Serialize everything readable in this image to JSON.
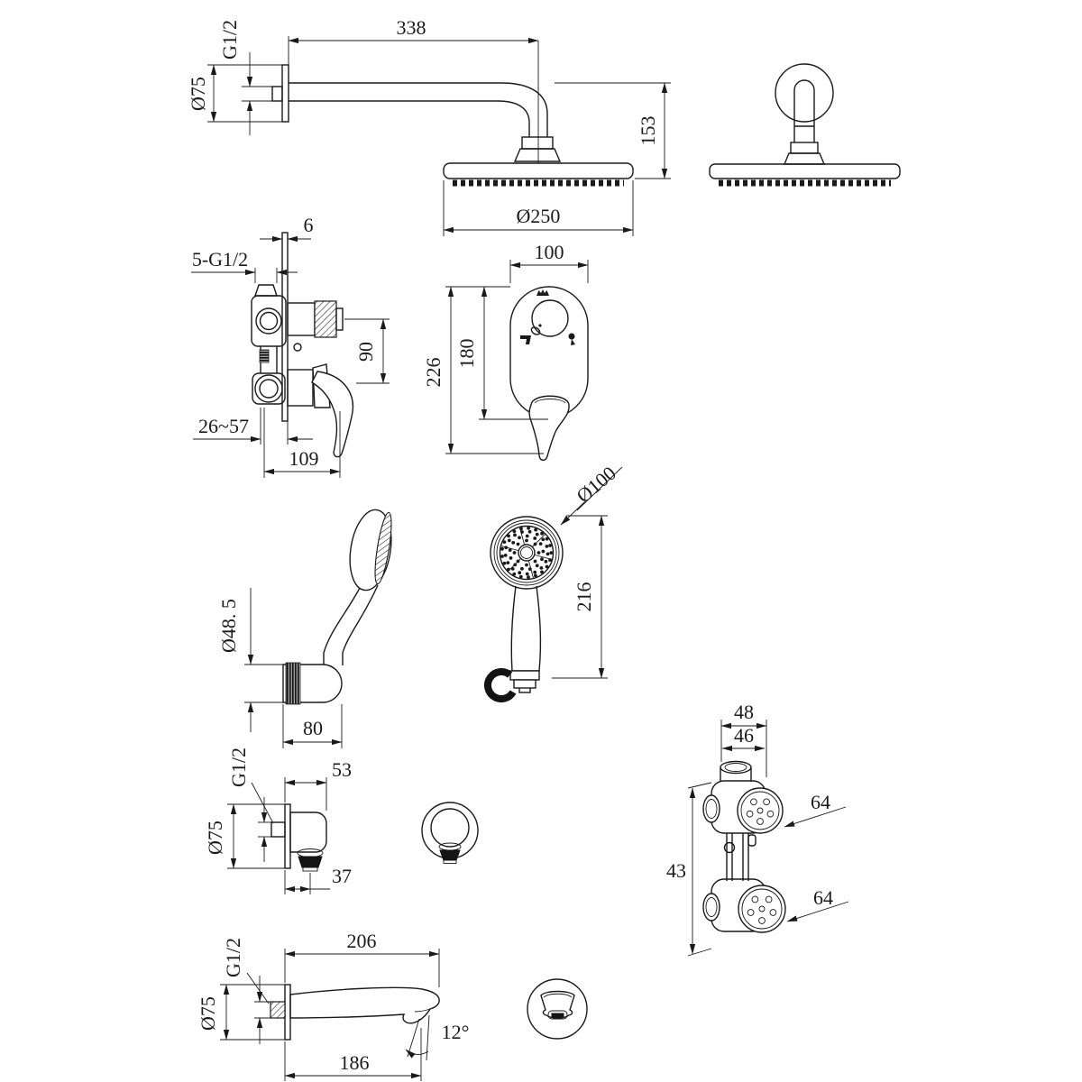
{
  "meta": {
    "title": "Shower faucet system installation dimension drawing"
  },
  "colors": {
    "line": "#1a1a1a",
    "background": "#ffffff"
  },
  "views": {
    "shower_arm_side": {
      "arm_length": "338",
      "thread": "G1/2",
      "flange_diameter": "Ø75",
      "drop_height": "153",
      "head_diameter": "Ø250"
    },
    "mixer_valve_side": {
      "plate_thickness": "6",
      "connections": "5-G1/2",
      "port_spacing": "90",
      "install_depth_range": "26~57",
      "body_width": "109"
    },
    "trim_plate_front": {
      "plate_width": "100",
      "plate_height": "180",
      "overall_height": "226"
    },
    "hand_shower_front": {
      "head_diameter": "Ø100",
      "length": "216"
    },
    "hand_shower_holder_side": {
      "holder_diameter": "Ø48. 5",
      "holder_length": "80"
    },
    "wall_outlet_side": {
      "thread": "G1/2",
      "projection": "53",
      "flange_diameter": "Ø75",
      "outlet_offset": "37"
    },
    "rough_in_valve_iso": {
      "top_width": "48",
      "body_width": "46",
      "upper_port_depth": "64",
      "body_height": "43",
      "lower_port_depth": "64"
    },
    "tub_spout_side": {
      "thread": "G1/2",
      "length_overall": "206",
      "flange_diameter": "Ø75",
      "spout_angle": "12°",
      "length_underside": "186"
    }
  }
}
